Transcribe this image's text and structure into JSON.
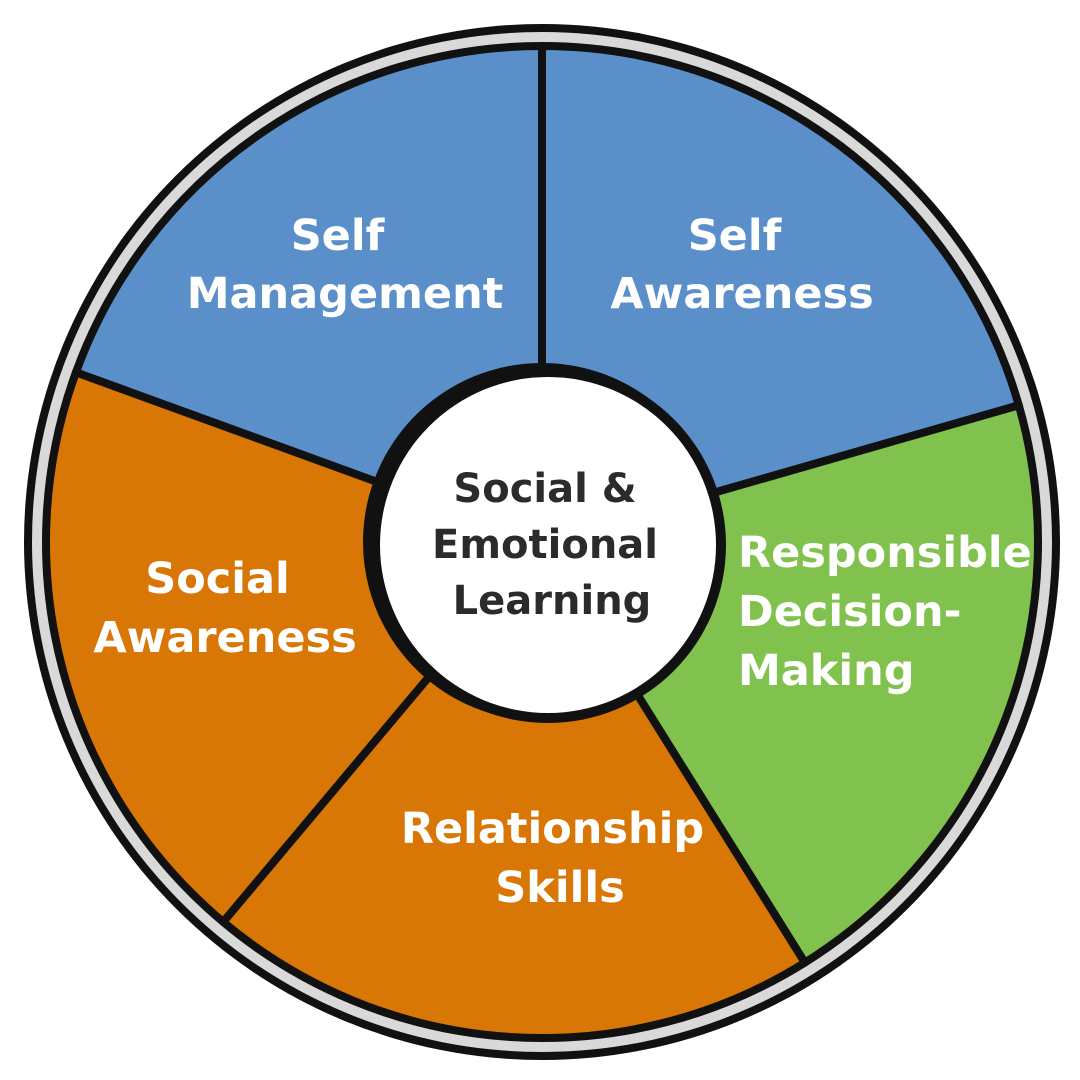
{
  "center": {
    "lines": [
      "Social &",
      "Emotional",
      "Learning"
    ]
  },
  "segments": [
    {
      "id": "self-management",
      "lines": [
        "Self",
        "Management"
      ],
      "color": "#5b8fc9"
    },
    {
      "id": "self-awareness",
      "lines": [
        "Self",
        "Awareness"
      ],
      "color": "#5b8fc9"
    },
    {
      "id": "responsible-decision-making",
      "lines": [
        "Responsible",
        "Decision-",
        "Making"
      ],
      "color": "#80c24d"
    },
    {
      "id": "relationship-skills",
      "lines": [
        "Relationship",
        "Skills"
      ],
      "color": "#d97706"
    },
    {
      "id": "social-awareness",
      "lines": [
        "Social",
        "Awareness"
      ],
      "color": "#d97706"
    }
  ],
  "colors": {
    "outline": "#111111",
    "rim": "#d9d9d9",
    "center_fill": "#ffffff"
  }
}
